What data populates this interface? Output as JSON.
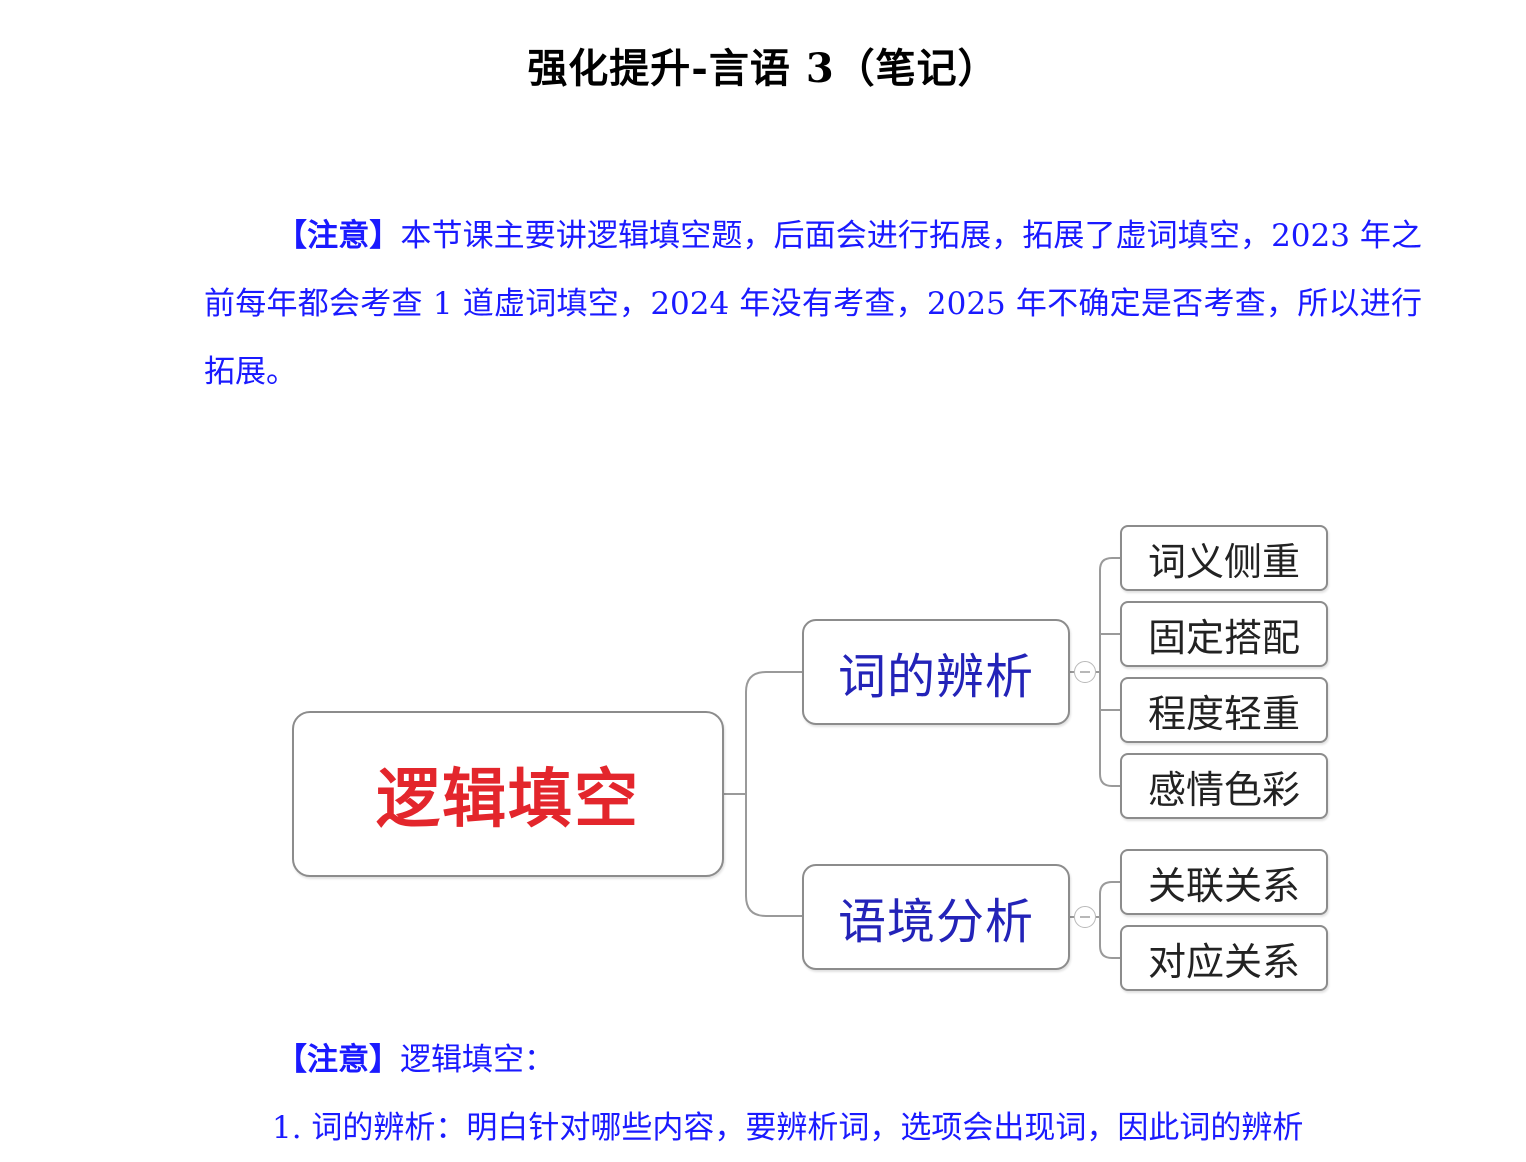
{
  "document": {
    "title": "强化提升-言语 3（笔记）",
    "paragraph1": {
      "mark": "【注意】",
      "text": "本节课主要讲逻辑填空题，后面会进行拓展，拓展了虚词填空，2023 年之前每年都会考查 1 道虚词填空，2024 年没有考查，2025 年不确定是否考查，所以进行拓展。"
    },
    "paragraph2": {
      "mark": "【注意】",
      "text": "逻辑填空："
    },
    "paragraph3": {
      "text": "1. 词的辨析：明白针对哪些内容，要辨析词，选项会出现词，因此词的辨析"
    },
    "text_color": "#1a1aff"
  },
  "mindmap": {
    "root": {
      "label": "逻辑填空",
      "color": "#e3262c"
    },
    "branches": [
      {
        "label": "词的辨析",
        "color": "#2323b8",
        "children": [
          "词义侧重",
          "固定搭配",
          "程度轻重",
          "感情色彩"
        ]
      },
      {
        "label": "语境分析",
        "color": "#2323b8",
        "children": [
          "关联关系",
          "对应关系"
        ]
      }
    ]
  }
}
